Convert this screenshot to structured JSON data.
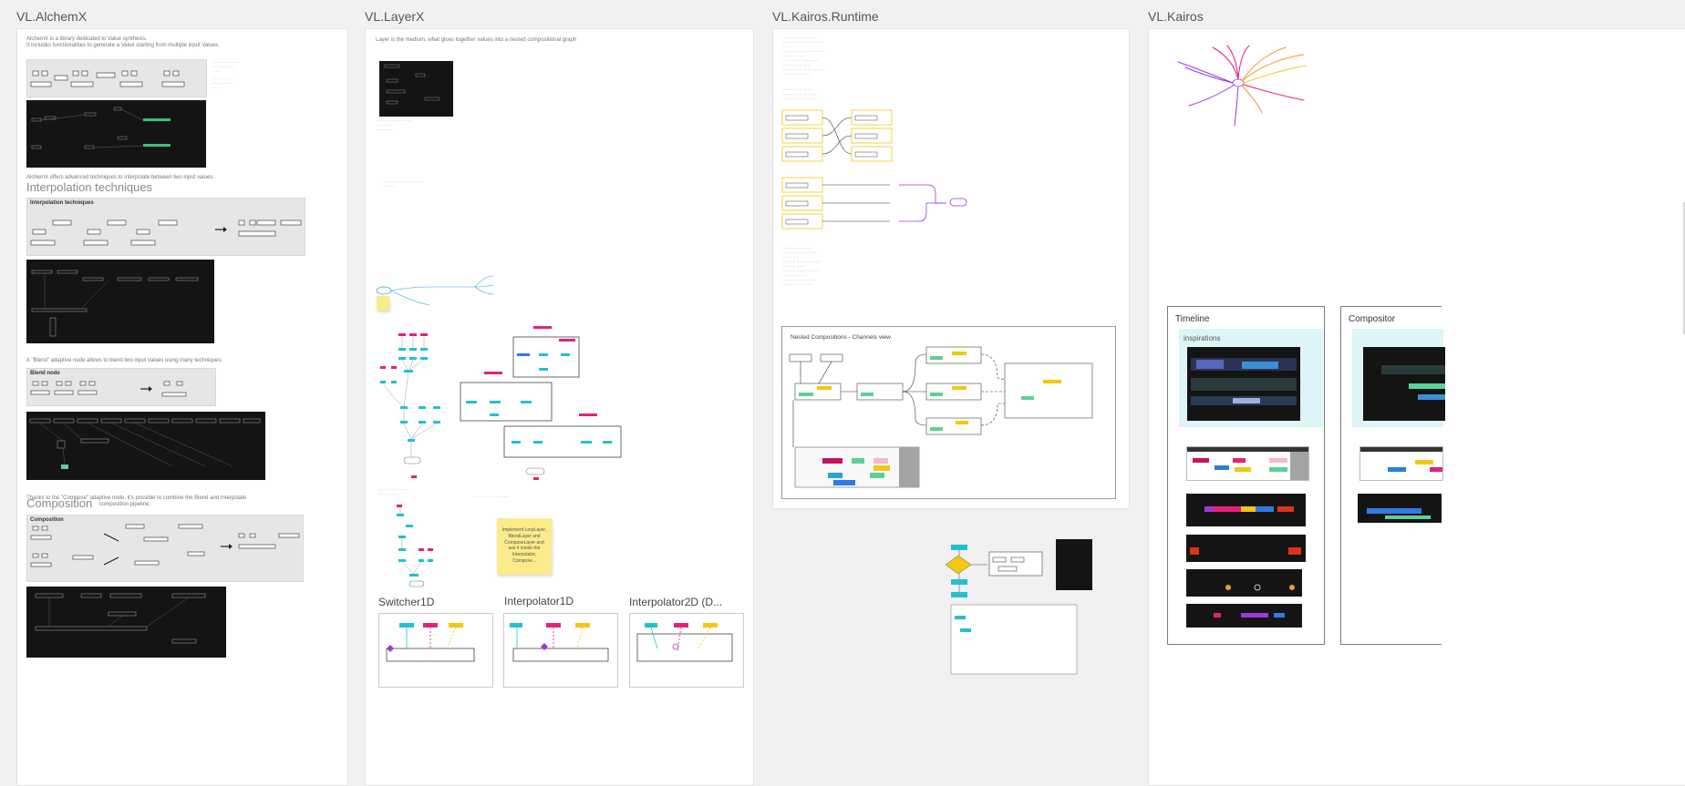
{
  "frames": {
    "alchemx": {
      "title": "VL.AlchemX",
      "intro_line1": "AlchemX is a library dedicated to Value synthesis.",
      "intro_line2": "It includes functionalities to generate a Value starting from multiple input Values.",
      "interp_desc": "AlchemX offers advanced techniques to interpolate between two input values.",
      "interp_heading": "Interpolation techniques",
      "interp_box_label": "Interpolation techniques",
      "blend_desc": "A \"Blend\" adaptive node allows to blend two input values using many techniques.",
      "blend_box_label": "Blend node",
      "compose_desc": "Thanks to the \"Compose\" adaptive node, it's possible to combine the Blend and Interpolate",
      "compose_desc2": "composition pipeline.",
      "composition_heading": "Composition",
      "composition_box_label": "Composition"
    },
    "layerx": {
      "title": "VL.LayerX",
      "intro": "Layer is the medium, what glues together values into a nested compositional graph",
      "sticky_note": "Implement LerpLayer, BlendLayer and ComposeLayer and use it inside the Interpolator, Compose...",
      "switcher_label": "Switcher1D",
      "interpolator1d_label": "Interpolator1D",
      "interpolator2d_label": "Interpolator2D (D..."
    },
    "kairos_runtime": {
      "title": "VL.Kairos.Runtime",
      "nested_title": "Nested Compositions - Channels view"
    },
    "kairos": {
      "title": "VL.Kairos",
      "timeline_label": "Timeline",
      "compositor_label": "Compositor",
      "inspirations_label": "inspirations"
    }
  },
  "colors": {
    "canvas": "#f1f1f1",
    "board": "#ffffff",
    "cyan_node": "#21c2cf",
    "magenta_node": "#e6207a",
    "yellow_node": "#f2c811",
    "purple_link": "#9b39d6",
    "orange_link": "#f59b2c",
    "sticky": "#fbeb8a",
    "dark_image": "#141414"
  }
}
